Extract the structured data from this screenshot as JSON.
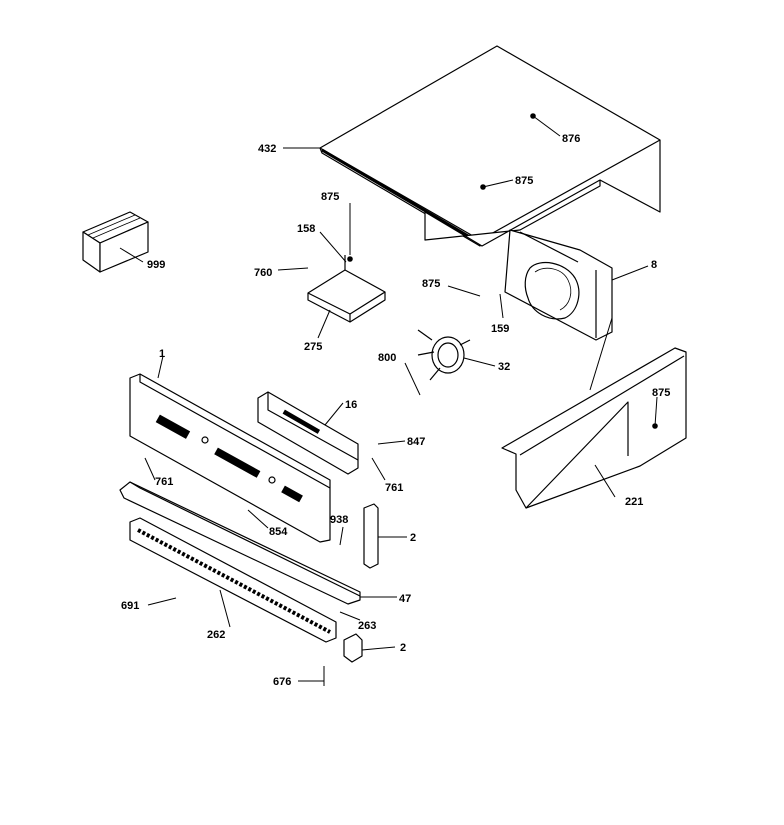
{
  "callouts": {
    "c432": "432",
    "c876": "876",
    "c875a": "875",
    "c875b": "875",
    "c158": "158",
    "c999": "999",
    "c760": "760",
    "c875c": "875",
    "c8": "8",
    "c159": "159",
    "c275": "275",
    "c1": "1",
    "c800": "800",
    "c32": "32",
    "c16": "16",
    "c875d": "875",
    "c847": "847",
    "c761a": "761",
    "c761b": "761",
    "c938": "938",
    "c854": "854",
    "c2a": "2",
    "c221": "221",
    "c47": "47",
    "c691": "691",
    "c263": "263",
    "c262": "262",
    "c2b": "2",
    "c676": "676"
  }
}
